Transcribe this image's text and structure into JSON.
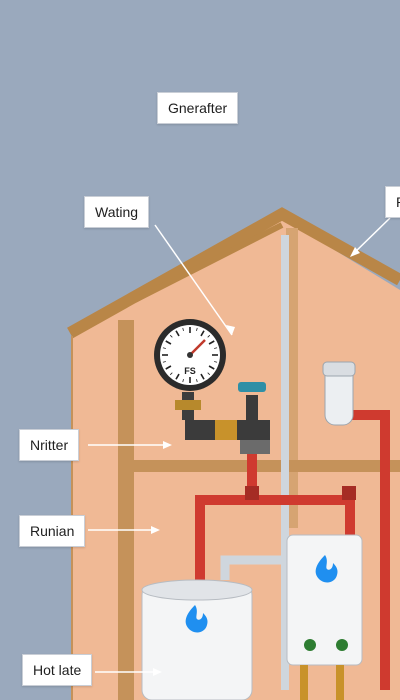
{
  "labels": {
    "top": "Gnerafter",
    "wating": "Wating",
    "roof_right": "R",
    "nritter": "Nritter",
    "runian": "Runian",
    "hot_late": "Hot late"
  },
  "gauge": {
    "face_text": "FS"
  },
  "colors": {
    "background": "#9aa9bd",
    "wall": "#f0b995",
    "roof_beam": "#b98647",
    "hot_pipe": "#cf3a2f",
    "cold_pipe": "#cfd6dd",
    "flame": "#1f8ff0",
    "valve_handle": "#2f8fa6",
    "heater_body": "#f4f5f6"
  }
}
